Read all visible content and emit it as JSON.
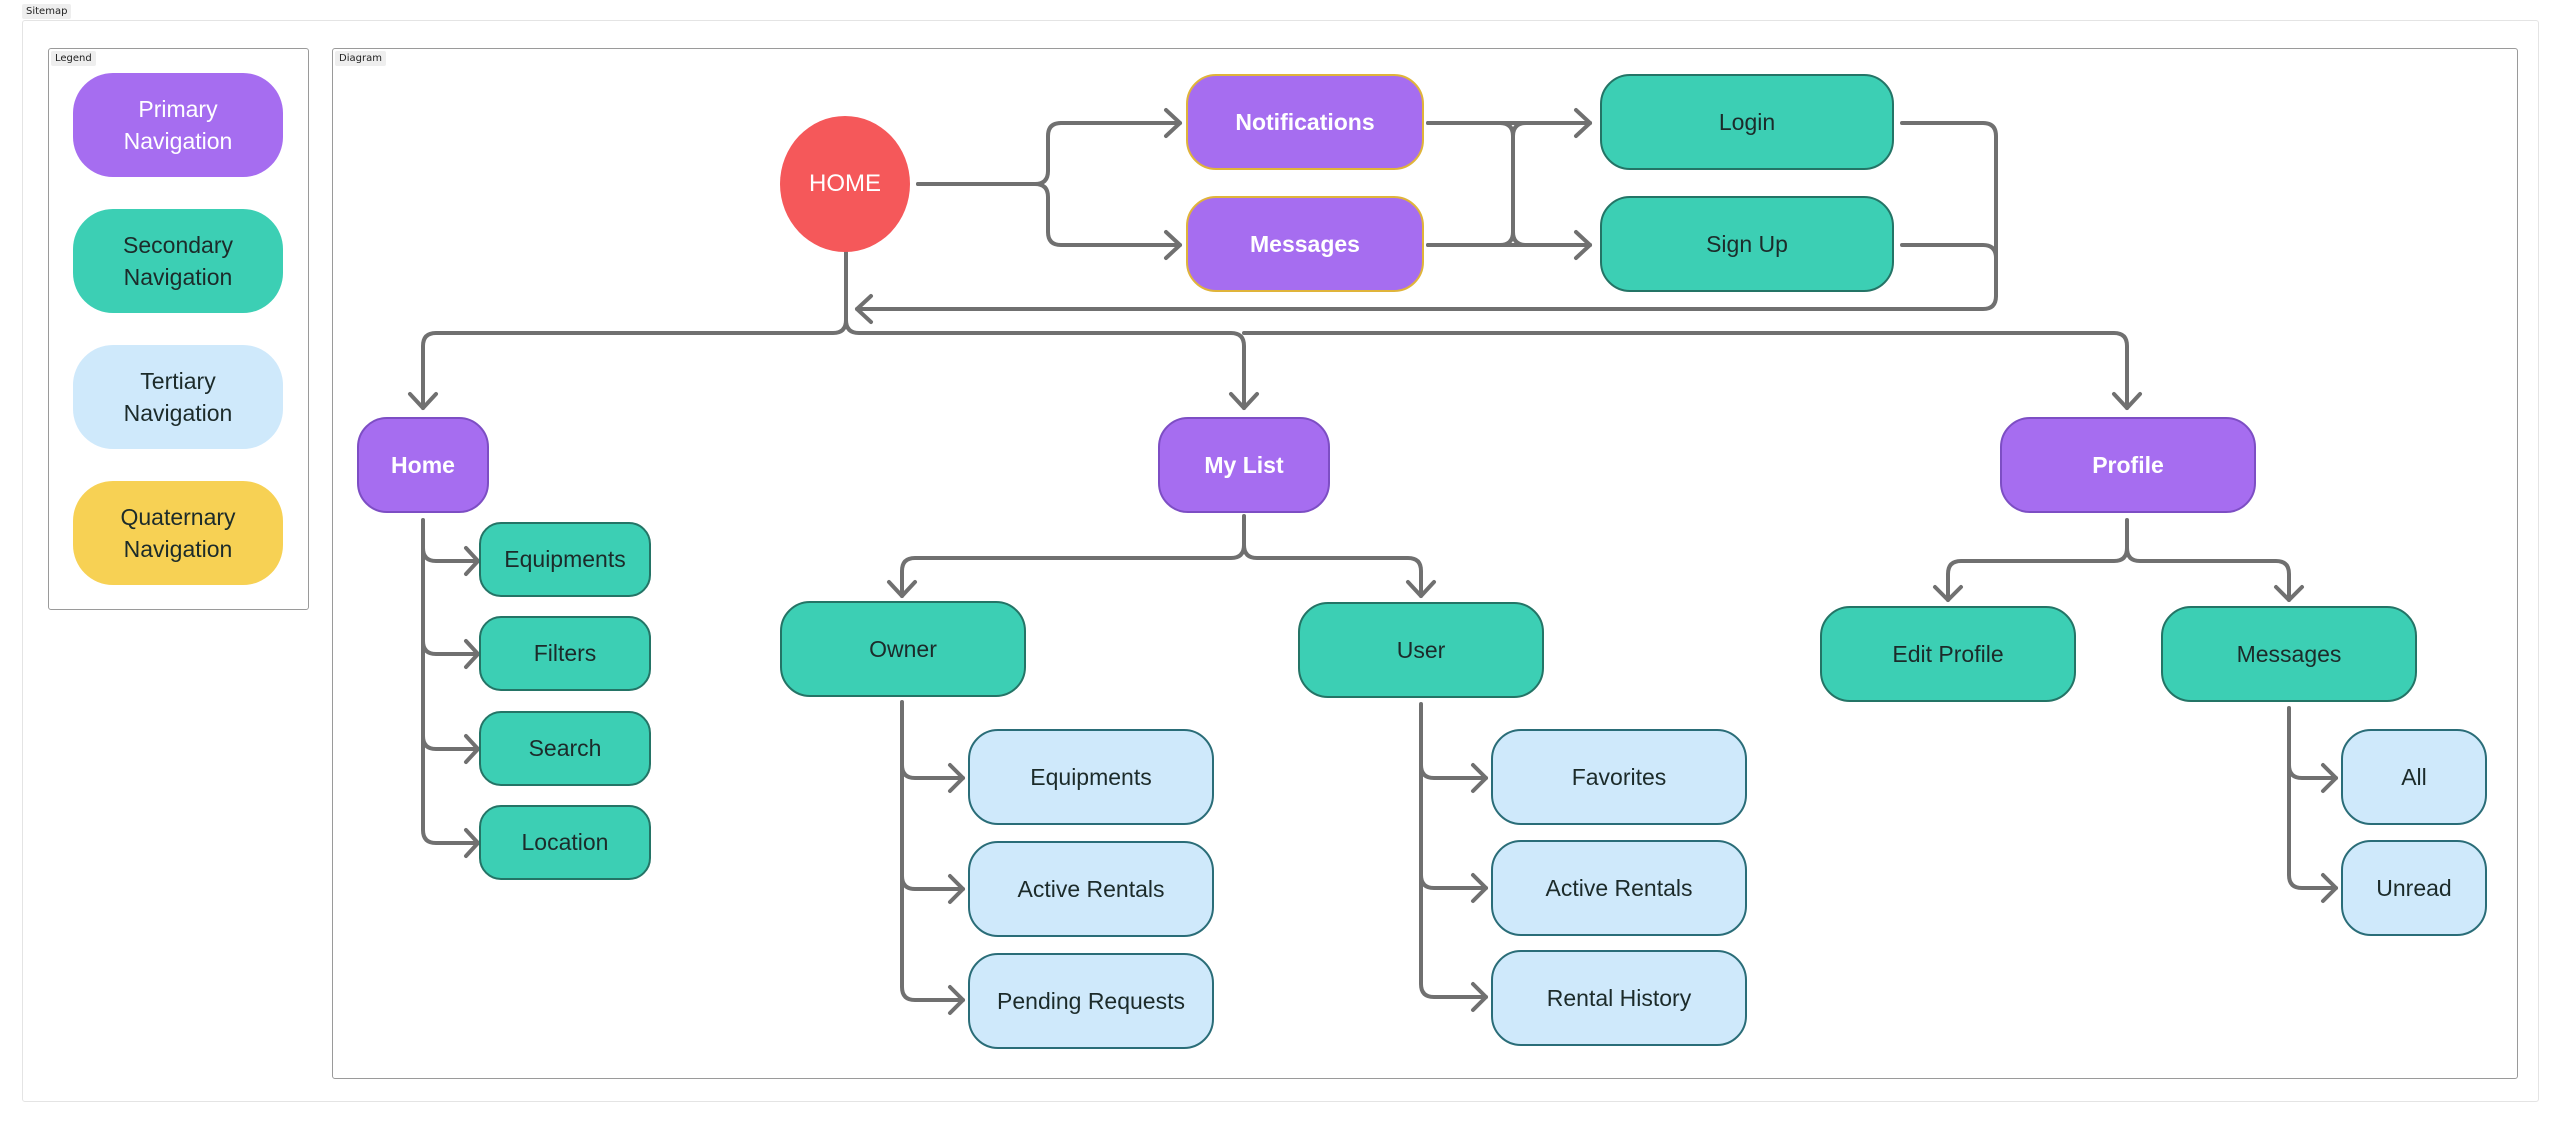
{
  "frames": {
    "sitemap_label": "Sitemap",
    "legend_label": "Legend",
    "diagram_label": "Diagram"
  },
  "legend": {
    "primary": "Primary Navigation",
    "secondary": "Secondary Navigation",
    "tertiary": "Tertiary Navigation",
    "quaternary": "Quaternary Navigation"
  },
  "colors": {
    "primary": "#a66df0",
    "secondary": "#3ccfb4",
    "tertiary": "#cfe9fb",
    "quaternary": "#f7d154",
    "home": "#f5585a",
    "connector": "#707070"
  },
  "nodes": {
    "home_root": "HOME",
    "notifications": "Notifications",
    "messages_top": "Messages",
    "login": "Login",
    "signup": "Sign Up",
    "home": "Home",
    "my_list": "My List",
    "profile": "Profile",
    "home_equipments": "Equipments",
    "home_filters": "Filters",
    "home_search": "Search",
    "home_location": "Location",
    "owner": "Owner",
    "user": "User",
    "owner_equipments": "Equipments",
    "owner_active_rentals": "Active Rentals",
    "owner_pending_requests": "Pending Requests",
    "user_favorites": "Favorites",
    "user_active_rentals": "Active Rentals",
    "user_rental_history": "Rental History",
    "edit_profile": "Edit Profile",
    "profile_messages": "Messages",
    "messages_all": "All",
    "messages_unread": "Unread"
  }
}
